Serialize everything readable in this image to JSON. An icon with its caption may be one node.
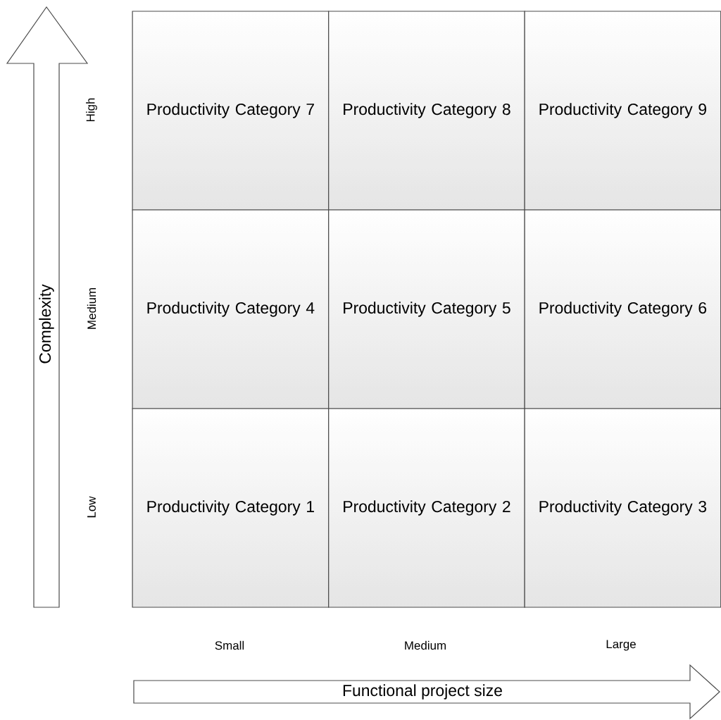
{
  "diagram": {
    "nodes": [
      {
        "text": [
          "Productivity Category 7"
        ]
      },
      {
        "text": [
          "Productivity Category 8"
        ]
      },
      {
        "text": [
          "Productivity Category 9"
        ]
      },
      {
        "text": [
          "Productivity Category 4"
        ]
      },
      {
        "text": [
          "Productivity Category 5"
        ]
      },
      {
        "text": [
          "Productivity Category 6"
        ]
      },
      {
        "text": [
          "Productivity Category 1"
        ]
      },
      {
        "text": [
          "Productivity Category 2"
        ]
      },
      {
        "text": [
          "Productivity Category 3"
        ]
      },
      {
        "text": [
          "Complexity"
        ]
      },
      {
        "text": [
          "Functional project size"
        ]
      }
    ],
    "labels": [
      "High",
      "Medium",
      "Low",
      "Small",
      "Medium",
      "Large"
    ]
  }
}
